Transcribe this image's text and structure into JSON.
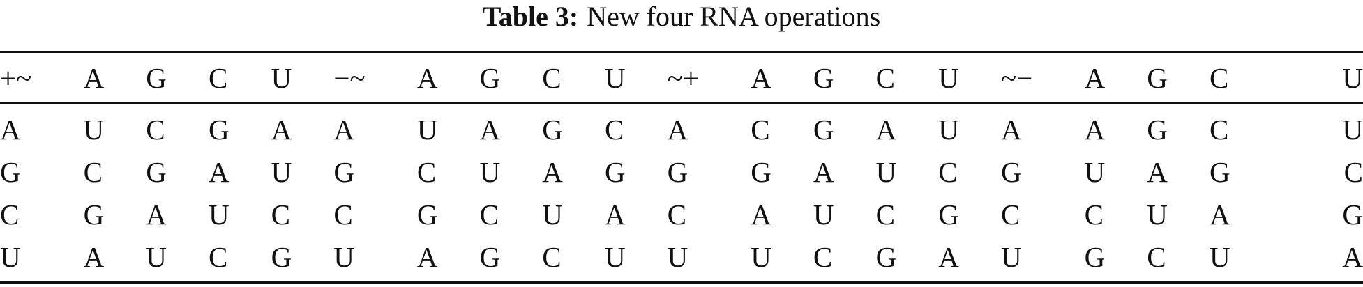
{
  "caption": {
    "label": "Table 3:",
    "text": "New four RNA operations"
  },
  "table": {
    "headers": [
      "+~",
      "A",
      "G",
      "C",
      "U",
      "−~",
      "A",
      "G",
      "C",
      "U",
      "~+",
      "A",
      "G",
      "C",
      "U",
      "~−",
      "A",
      "G",
      "C",
      "U"
    ],
    "rows": [
      [
        "A",
        "U",
        "C",
        "G",
        "A",
        "A",
        "U",
        "A",
        "G",
        "C",
        "A",
        "C",
        "G",
        "A",
        "U",
        "A",
        "A",
        "G",
        "C",
        "U"
      ],
      [
        "G",
        "C",
        "G",
        "A",
        "U",
        "G",
        "C",
        "U",
        "A",
        "G",
        "G",
        "G",
        "A",
        "U",
        "C",
        "G",
        "U",
        "A",
        "G",
        "C"
      ],
      [
        "C",
        "G",
        "A",
        "U",
        "C",
        "C",
        "G",
        "C",
        "U",
        "A",
        "C",
        "A",
        "U",
        "C",
        "G",
        "C",
        "C",
        "U",
        "A",
        "G"
      ],
      [
        "U",
        "A",
        "U",
        "C",
        "G",
        "U",
        "A",
        "G",
        "C",
        "U",
        "U",
        "U",
        "C",
        "G",
        "A",
        "U",
        "G",
        "C",
        "U",
        "A"
      ]
    ]
  }
}
